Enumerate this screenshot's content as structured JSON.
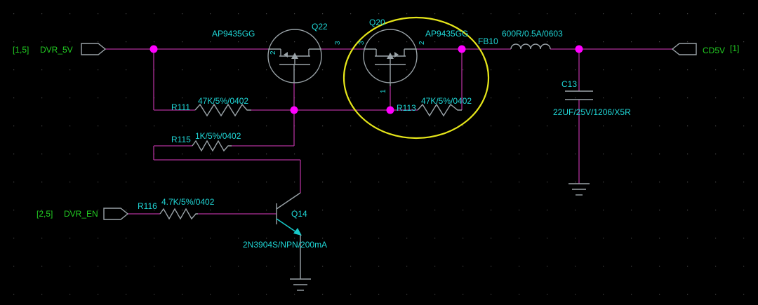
{
  "nets": {
    "dvr_5v": {
      "ref": "[1,5]",
      "name": "DVR_5V"
    },
    "dvr_en": {
      "ref": "[2,5]",
      "name": "DVR_EN"
    },
    "cd5v": {
      "name": "CD5V",
      "ref": "[1]"
    }
  },
  "components": {
    "q22": {
      "ref": "Q22",
      "value": "AP9435GG",
      "pin_a": "2",
      "pin_b": "3"
    },
    "q20": {
      "ref": "Q20",
      "value": "AP9435GG",
      "pin_a": "3",
      "pin_b": "2",
      "pin_g": "1"
    },
    "q14": {
      "ref": "Q14",
      "value": "2N3904S/NPN/200mA"
    },
    "fb10": {
      "ref": "FB10",
      "value": "600R/0.5A/0603"
    },
    "c13": {
      "ref": "C13",
      "value": "22UF/25V/1206/X5R"
    },
    "r111": {
      "ref": "R111",
      "value": "47K/5%/0402"
    },
    "r113": {
      "ref": "R113",
      "value": "47K/5%/0402"
    },
    "r115": {
      "ref": "R115",
      "value": "1K/5%/0402"
    },
    "r116": {
      "ref": "R116",
      "value": "4.7K/5%/0402"
    }
  },
  "colors": {
    "background": "#000000",
    "wire": "#b0309a",
    "junction": "#ff00ff",
    "label": "#1fd6d6",
    "net_label": "#22cc22",
    "symbol": "#9aa3a8",
    "highlight": "#e6e61a"
  }
}
